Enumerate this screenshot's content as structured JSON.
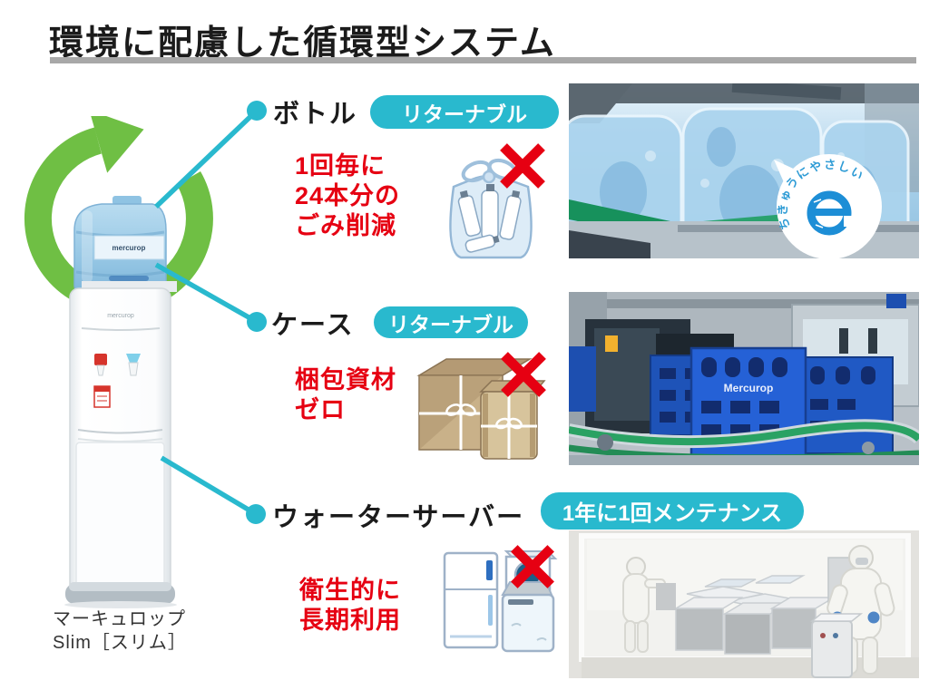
{
  "title": "環境に配慮した循環型システム",
  "colors": {
    "accent_teal": "#29b9ce",
    "accent_green": "#6fbf44",
    "accent_red": "#e60012",
    "underline_gray": "#a8a8a8"
  },
  "product": {
    "caption_line1": "マーキュロップ",
    "caption_line2": "Slim［スリム］",
    "bottle_label": "mercurop"
  },
  "sections": [
    {
      "label": "ボトル",
      "badge": "リターナブル",
      "note_lines": [
        "1回毎に",
        "24本分の",
        "ごみ削減"
      ],
      "illustration": "plastic-bottles-in-trash-bag",
      "photo": "bottles-on-filling-line",
      "photo_badge_text": "ちきゅうにやさしい"
    },
    {
      "label": "ケース",
      "badge": "リターナブル",
      "note_lines": [
        "梱包資材",
        "ゼロ"
      ],
      "illustration": "wrapped-cardboard-packages",
      "photo": "blue-returnable-crates",
      "crate_label": "Mercurop"
    },
    {
      "label": "ウォーターサーバー",
      "badge": "1年に1回メンテナンス",
      "note_lines": [
        "衛生的に",
        "長期利用"
      ],
      "illustration": "discarded-home-appliances",
      "photo": "clean-room-maintenance"
    }
  ]
}
